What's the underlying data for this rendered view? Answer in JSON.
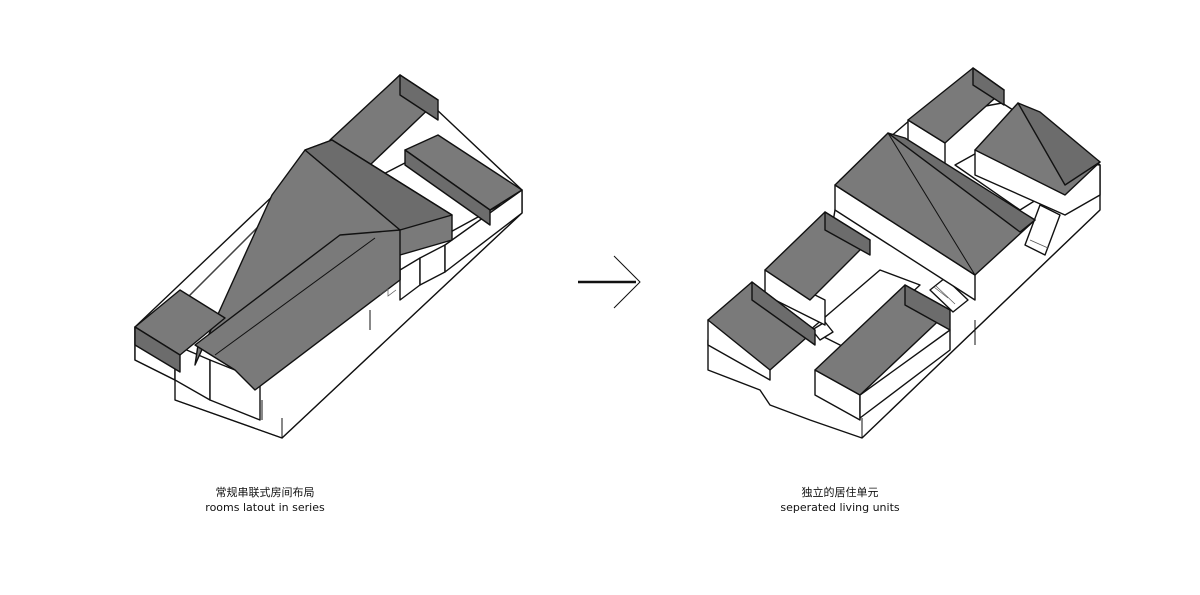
{
  "left": {
    "title_cn": "常规串联式房间布局",
    "title_en": "rooms latout in series"
  },
  "right": {
    "title_cn": "独立的居住单元",
    "title_en": "seperated living units"
  },
  "colors": {
    "roof": "#7a7a7a",
    "roof_dark": "#6a6a6a",
    "wall": "#ffffff",
    "line": "#111111"
  }
}
